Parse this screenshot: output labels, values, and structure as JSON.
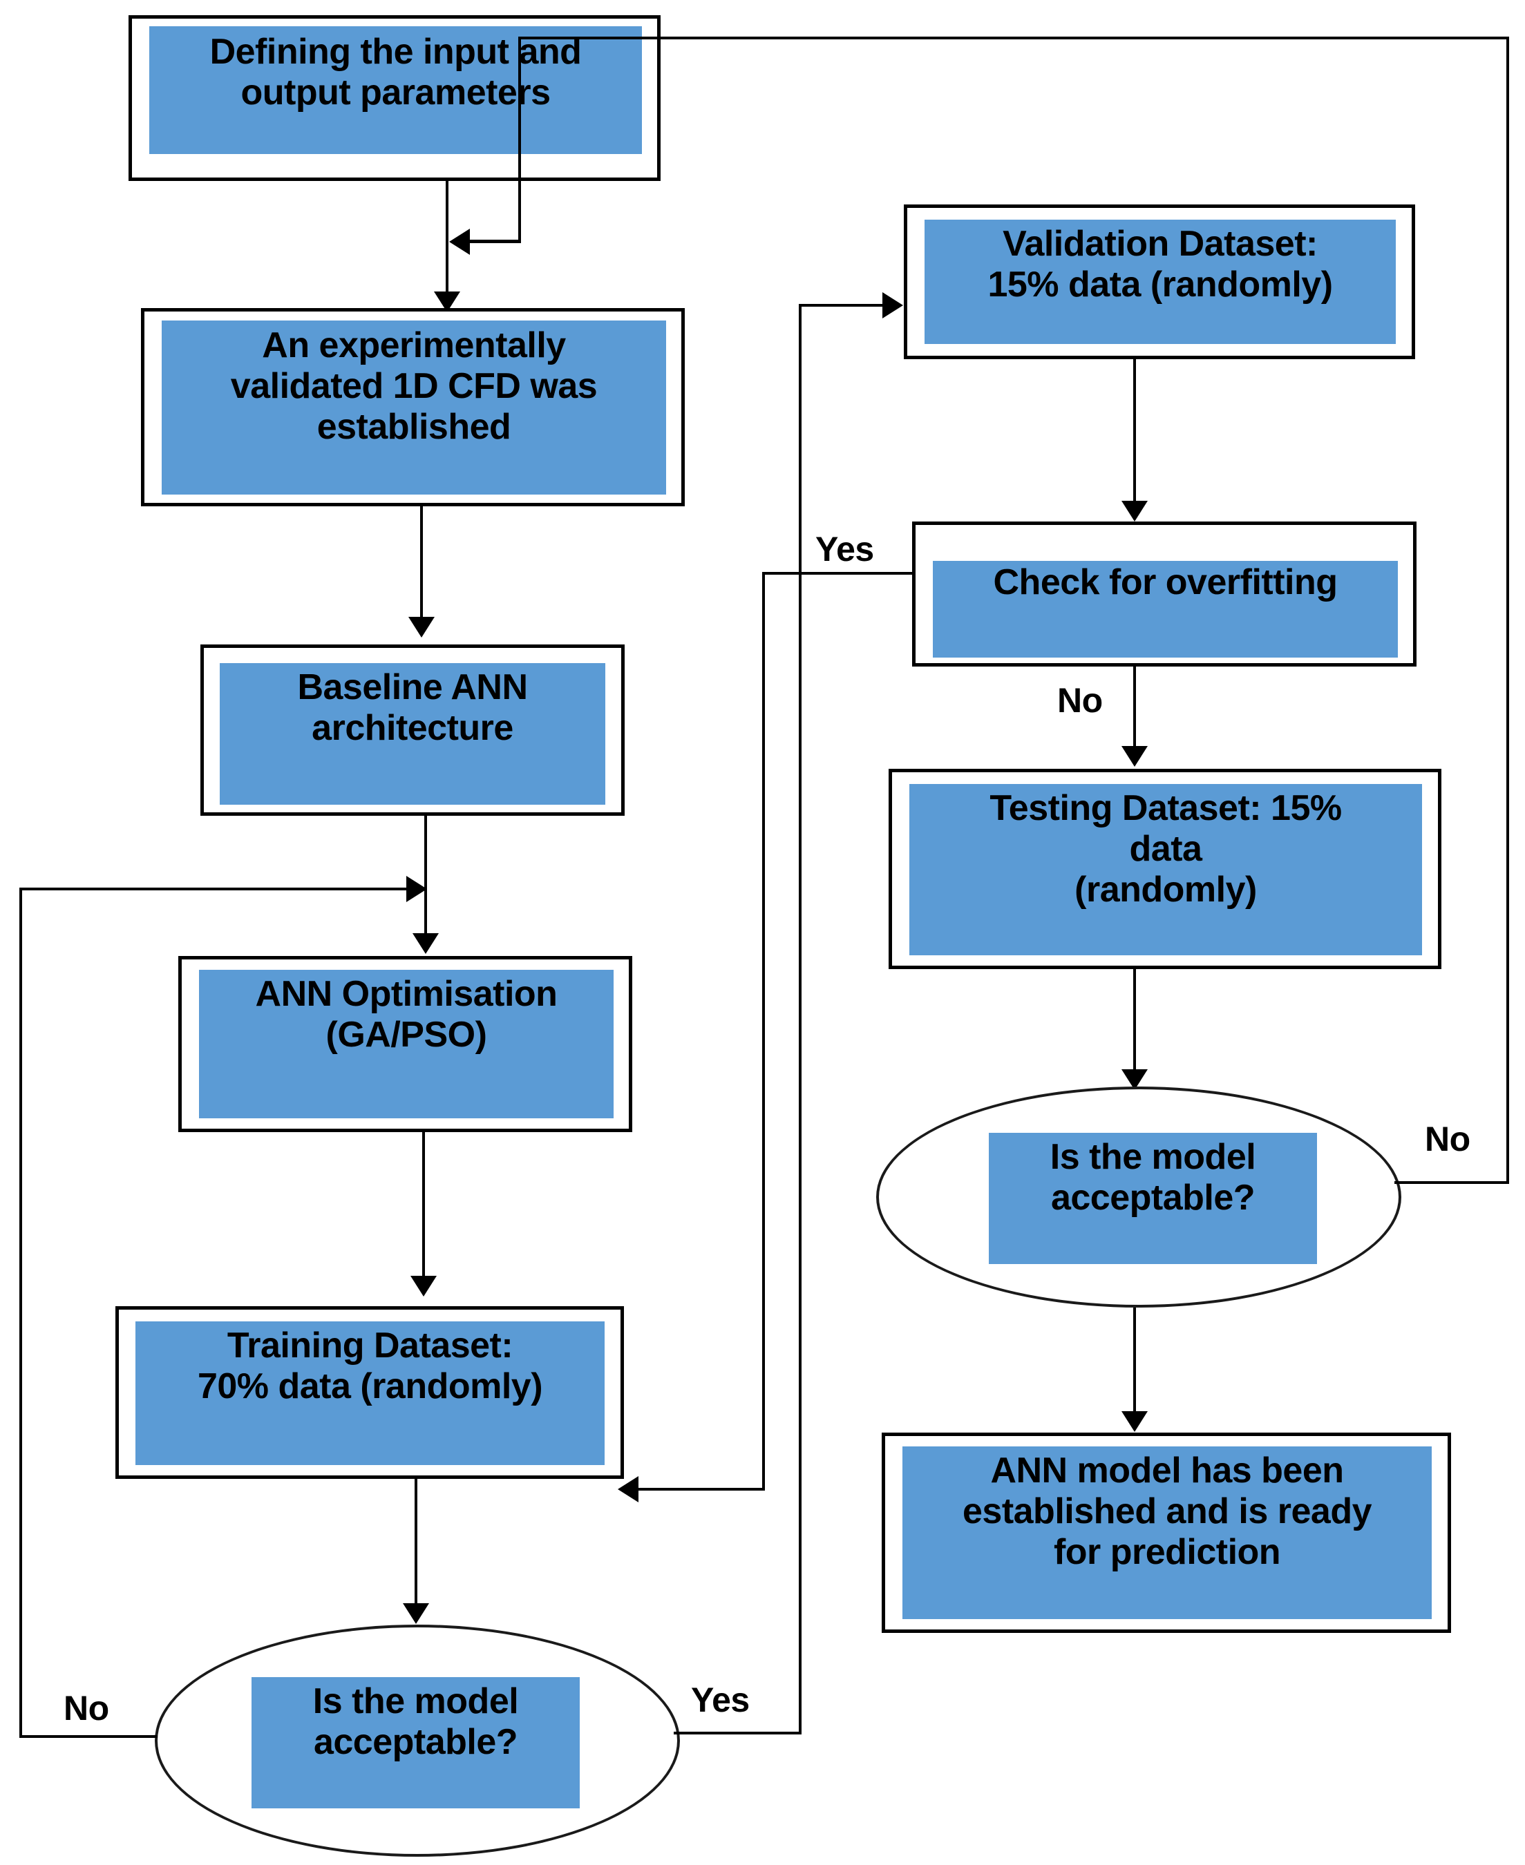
{
  "diagram": {
    "title": "ANN model development flowchart",
    "palette": {
      "node_fill": "#5B9BD5",
      "node_border": "#000000",
      "page_background": "#FFFFFF",
      "text": "#000000"
    },
    "nodes": [
      {
        "id": "define-params",
        "shape": "process",
        "lines": [
          "Defining the input and",
          "output parameters"
        ]
      },
      {
        "id": "cfd-model",
        "shape": "process",
        "lines": [
          "An experimentally",
          "validated 1D CFD was",
          "established"
        ]
      },
      {
        "id": "baseline-ann",
        "shape": "process",
        "lines": [
          "Baseline ANN",
          "architecture"
        ]
      },
      {
        "id": "ann-optimisation",
        "shape": "process",
        "lines": [
          "ANN Optimisation",
          "(GA/PSO)"
        ]
      },
      {
        "id": "training-dataset",
        "shape": "process",
        "lines": [
          "Training Dataset:",
          "70% data (randomly)"
        ]
      },
      {
        "id": "decision-left",
        "shape": "decision-oval",
        "lines": [
          "Is the model",
          "acceptable?"
        ]
      },
      {
        "id": "validation-dataset",
        "shape": "process",
        "lines": [
          "Validation Dataset:",
          "15% data (randomly)"
        ]
      },
      {
        "id": "check-overfitting",
        "shape": "process",
        "lines": [
          "Check for overfitting"
        ]
      },
      {
        "id": "testing-dataset",
        "shape": "process",
        "lines": [
          "Testing Dataset: 15%",
          "data",
          "(randomly)"
        ]
      },
      {
        "id": "decision-right",
        "shape": "decision-oval",
        "lines": [
          "Is the model",
          "acceptable?"
        ]
      },
      {
        "id": "model-ready",
        "shape": "process",
        "lines": [
          "ANN model has been",
          "established and is ready",
          "for prediction"
        ]
      }
    ],
    "edge_labels": {
      "overfitting_yes": "Yes",
      "overfitting_no": "No",
      "decision_left_no": "No",
      "decision_left_yes": "Yes",
      "decision_right_no": "No"
    },
    "edges": [
      {
        "from": "define-params",
        "to": "cfd-model",
        "label": ""
      },
      {
        "from": "cfd-model",
        "to": "baseline-ann",
        "label": ""
      },
      {
        "from": "baseline-ann",
        "to": "ann-optimisation",
        "label": ""
      },
      {
        "from": "ann-optimisation",
        "to": "training-dataset",
        "label": ""
      },
      {
        "from": "training-dataset",
        "to": "decision-left",
        "label": ""
      },
      {
        "from": "decision-left",
        "to": "ann-optimisation",
        "label": "No"
      },
      {
        "from": "decision-left",
        "to": "validation-dataset",
        "label": "Yes"
      },
      {
        "from": "validation-dataset",
        "to": "check-overfitting",
        "label": ""
      },
      {
        "from": "check-overfitting",
        "to": "training-dataset",
        "label": "Yes"
      },
      {
        "from": "check-overfitting",
        "to": "testing-dataset",
        "label": "No"
      },
      {
        "from": "testing-dataset",
        "to": "decision-right",
        "label": ""
      },
      {
        "from": "decision-right",
        "to": "define-params",
        "label": "No"
      },
      {
        "from": "decision-right",
        "to": "model-ready",
        "label": ""
      }
    ]
  }
}
